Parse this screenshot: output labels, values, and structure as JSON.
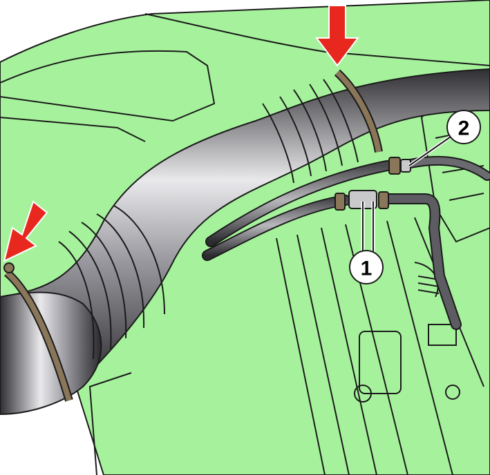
{
  "diagram": {
    "colors": {
      "background": "#ffffff",
      "engine_bay": "#a6f29c",
      "line": "#1a1a1a",
      "arrow": "#e8281f",
      "clamp": "#8a7659",
      "hose_dark": "#3b3b3f",
      "hose_light": "#e9e9ec"
    },
    "callouts": [
      {
        "label": "1",
        "refers_to": "hose-connector-1"
      },
      {
        "label": "2",
        "refers_to": "hose-connector-2"
      }
    ],
    "arrows": [
      {
        "refers_to": "upper-hose-clamp",
        "direction": "down"
      },
      {
        "refers_to": "lower-hose-clamp",
        "direction": "down-left"
      }
    ]
  }
}
